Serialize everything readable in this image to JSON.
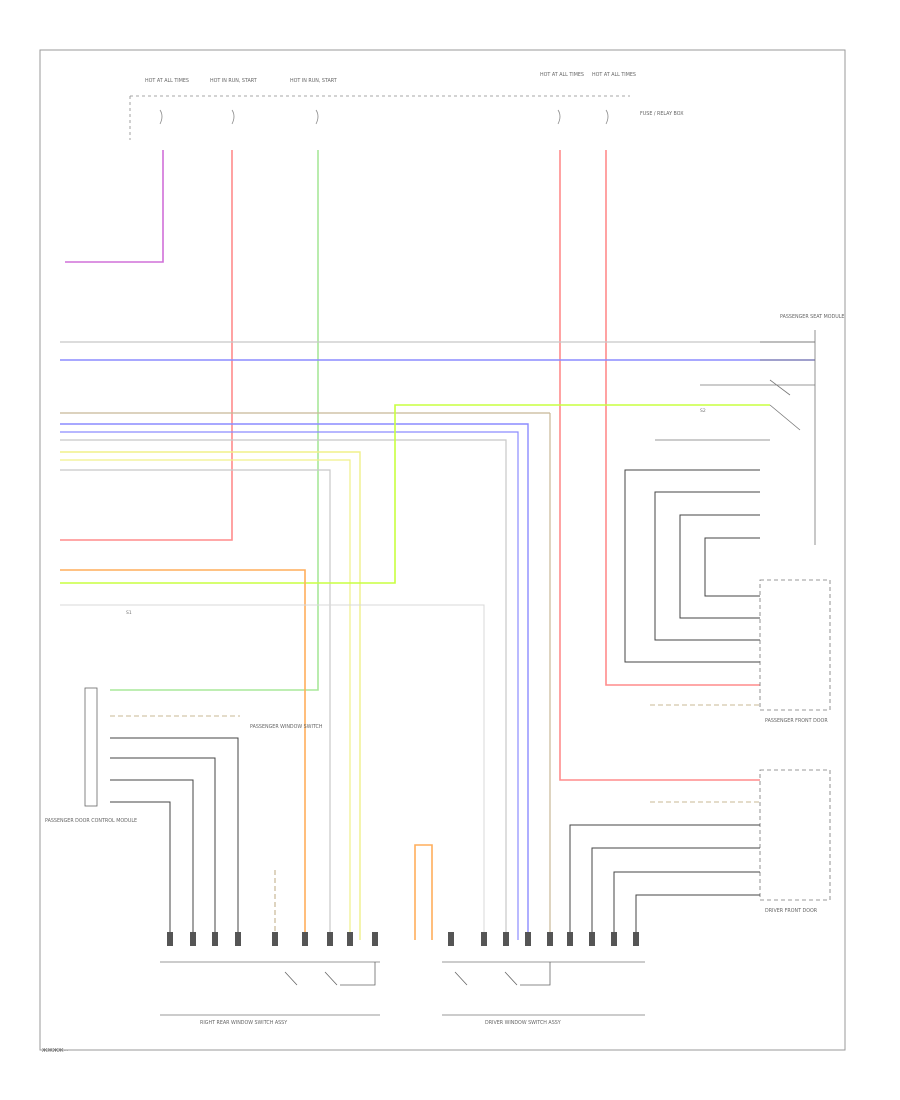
{
  "colors": {
    "frame": "#9a9a9a",
    "black_wire": "#5a5a5a",
    "red": "#ff8c8c",
    "green": "#a8e89a",
    "violet": "#d070d8",
    "blue": "#8c8cff",
    "orange": "#ffae5c",
    "yellow": "#f0f08a",
    "lime": "#c8ff40",
    "grey": "#c8c8c8",
    "tan": "#c8b896",
    "connector": "#555555"
  },
  "legend": {
    "footer_code": "ЖЖЖЖ···"
  },
  "labels": {
    "fuse_1": "HOT AT ALL TIMES",
    "fuse_2": "HOT IN RUN, START",
    "fuse_3": "HOT IN RUN, START",
    "fuse_4": "HOT AT ALL TIMES",
    "fuse_5": "HOT AT ALL TIMES",
    "junction_box": "FUSE / RELAY BOX",
    "left_module": "PASSENGER DOOR CONTROL MODULE",
    "left_switch": "PASSENGER WINDOW SWITCH",
    "right_top_module": "PASSENGER SEAT MODULE",
    "right_mid_module": "PASSENGER FRONT DOOR",
    "right_low_module": "DRIVER FRONT DOOR",
    "bottom_left_switch": "RIGHT REAR WINDOW SWITCH ASSY",
    "bottom_right_switch": "DRIVER WINDOW SWITCH ASSY",
    "splice_1": "S1",
    "splice_2": "S2"
  }
}
